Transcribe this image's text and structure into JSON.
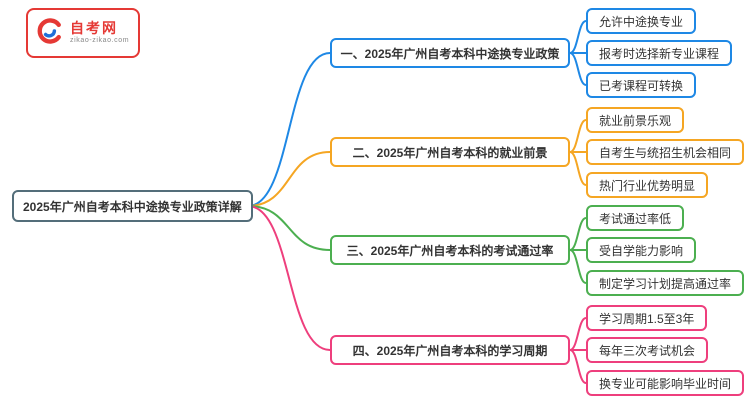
{
  "logo": {
    "title": "自考网",
    "subtitle": "zikao-zikao.com",
    "color": "#e53935",
    "icon_accent": "#1e6fd9"
  },
  "root": {
    "label": "2025年广州自考本科中途换专业政策详解",
    "color": "#546e7a"
  },
  "branches": [
    {
      "label": "一、2025年广州自考本科中途换专业政策",
      "color": "#1e88e5",
      "children": [
        "允许中途换专业",
        "报考时选择新专业课程",
        "已考课程可转换"
      ]
    },
    {
      "label": "二、2025年广州自考本科的就业前景",
      "color": "#f5a623",
      "children": [
        "就业前景乐观",
        "自考生与统招生机会相同",
        "热门行业优势明显"
      ]
    },
    {
      "label": "三、2025年广州自考本科的考试通过率",
      "color": "#4caf50",
      "children": [
        "考试通过率低",
        "受自学能力影响",
        "制定学习计划提高通过率"
      ]
    },
    {
      "label": "四、2025年广州自考本科的学习周期",
      "color": "#ee3f7d",
      "children": [
        "学习周期1.5至3年",
        "每年三次考试机会",
        "换专业可能影响毕业时间"
      ]
    }
  ]
}
